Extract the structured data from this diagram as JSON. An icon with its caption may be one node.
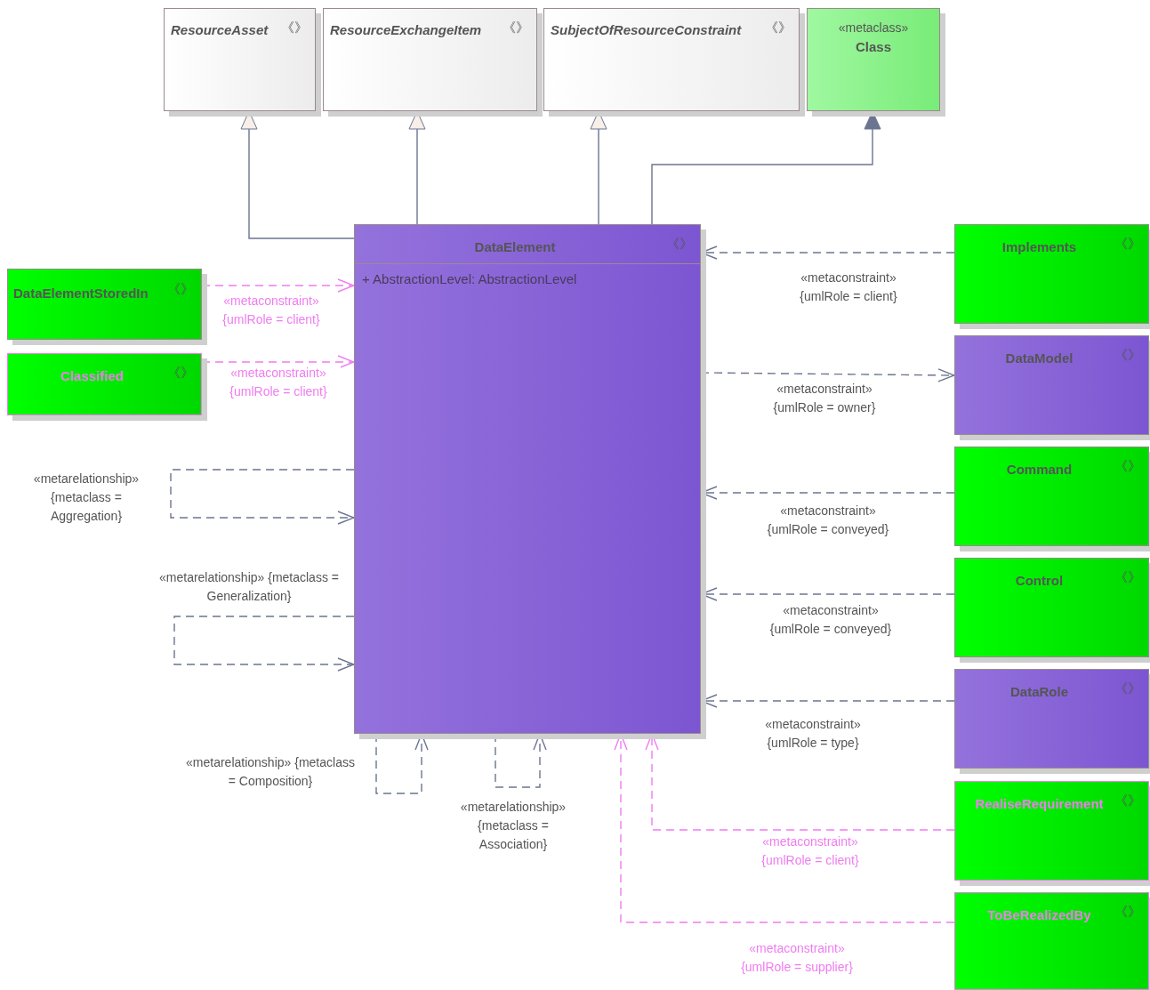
{
  "diagram": {
    "nodes": [
      {
        "text": [
          "ResourceAsset",
          "《》"
        ]
      },
      {
        "text": [
          "ResourceExchangeItem",
          "《》"
        ]
      },
      {
        "text": [
          "SubjectOfResourceConstraint",
          "《》"
        ]
      },
      {
        "text": [
          "«metaclass»",
          "Class"
        ]
      },
      {
        "text": [
          "DataElement",
          "《》",
          "+ AbstractionLevel: AbstractionLevel"
        ]
      },
      {
        "text": [
          "Implements",
          "《》"
        ]
      },
      {
        "text": [
          "DataElementStoredIn",
          "《》"
        ]
      },
      {
        "text": [
          "Classified",
          "《》"
        ]
      },
      {
        "text": [
          "DataModel",
          "《》"
        ]
      },
      {
        "text": [
          "Command",
          "《》"
        ]
      },
      {
        "text": [
          "Control",
          "《》"
        ]
      },
      {
        "text": [
          "DataRole",
          "《》"
        ]
      },
      {
        "text": [
          "RealiseRequirement",
          "《》"
        ]
      },
      {
        "text": [
          "ToBeRealizedBy",
          "《》"
        ]
      }
    ],
    "edges": [
      {
        "from": 4,
        "to": 0,
        "arrow": "to"
      },
      {
        "from": 4,
        "to": 1,
        "arrow": "to"
      },
      {
        "from": 4,
        "to": 2,
        "arrow": "to"
      },
      {
        "from": 4,
        "to": 3,
        "arrow": "to"
      },
      {
        "from": 5,
        "to": 4,
        "arrow": "to",
        "style": "dashed",
        "label": "«metaconstraint» {umlRole = client}"
      },
      {
        "from": 6,
        "to": 4,
        "arrow": "to",
        "style": "dashed",
        "color": "#f07cf0",
        "label": "«metaconstraint» {umlRole = client}"
      },
      {
        "from": 7,
        "to": 4,
        "arrow": "to",
        "style": "dashed",
        "color": "#f07cf0",
        "label": "«metaconstraint» {umlRole = client}"
      },
      {
        "from": 4,
        "to": 8,
        "arrow": "to",
        "style": "dashed",
        "label": "«metaconstraint» {umlRole = owner}"
      },
      {
        "from": 4,
        "to": 4,
        "arrow": "to",
        "style": "dashed",
        "label": "«metarelationship» {metaclass = Aggregation}"
      },
      {
        "from": 9,
        "to": 4,
        "arrow": "to",
        "style": "dashed",
        "label": "«metaconstraint» {umlRole = conveyed}"
      },
      {
        "from": 4,
        "to": 4,
        "arrow": "to",
        "style": "dashed",
        "label": "«metarelationship» {metaclass = Generalization}"
      },
      {
        "from": 10,
        "to": 4,
        "arrow": "to",
        "style": "dashed",
        "label": "«metaconstraint» {umlRole = conveyed}"
      },
      {
        "from": 11,
        "to": 4,
        "arrow": "to",
        "style": "dashed",
        "label": "«metaconstraint» {umlRole = type}"
      },
      {
        "from": 4,
        "to": 4,
        "arrow": "to",
        "style": "dashed",
        "label": "«metarelationship» {metaclass = Composition}"
      },
      {
        "from": 4,
        "to": 4,
        "arrow": "to",
        "style": "dashed",
        "label": "«metarelationship» {metaclass = Association}"
      },
      {
        "from": 12,
        "to": 4,
        "arrow": "to",
        "style": "dashed",
        "color": "#f07cf0",
        "label": "«metaconstraint» {umlRole = client}"
      },
      {
        "from": 13,
        "to": 4,
        "arrow": "to",
        "style": "dashed",
        "color": "#f07cf0",
        "label": "«metaconstraint» {umlRole = supplier}"
      }
    ]
  }
}
